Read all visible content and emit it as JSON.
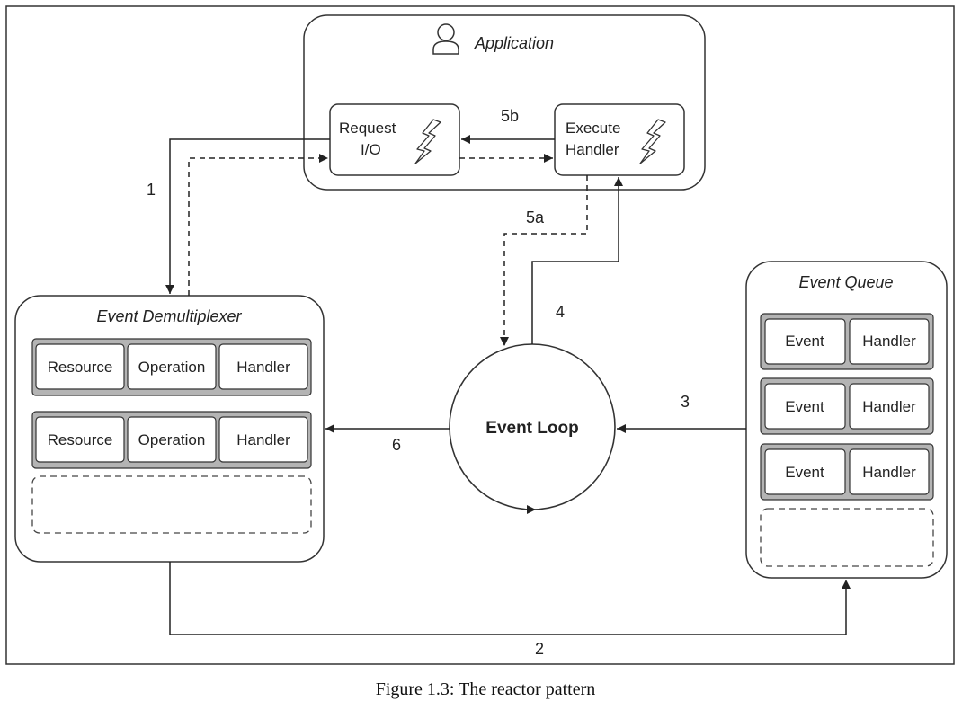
{
  "application": {
    "title": "Application"
  },
  "request_io": {
    "line1": "Request",
    "line2": "I/O"
  },
  "execute_handler": {
    "line1": "Execute",
    "line2": "Handler"
  },
  "demultiplexer": {
    "title": "Event Demultiplexer",
    "rows": [
      [
        "Resource",
        "Operation",
        "Handler"
      ],
      [
        "Resource",
        "Operation",
        "Handler"
      ]
    ]
  },
  "event_queue": {
    "title": "Event Queue",
    "rows": [
      [
        "Event",
        "Handler"
      ],
      [
        "Event",
        "Handler"
      ],
      [
        "Event",
        "Handler"
      ]
    ]
  },
  "event_loop": {
    "label": "Event Loop"
  },
  "flow_labels": {
    "step1": "1",
    "step2": "2",
    "step3": "3",
    "step4": "4",
    "step5a": "5a",
    "step5b": "5b",
    "step6": "6"
  },
  "caption": "Figure 1.3: The reactor pattern"
}
